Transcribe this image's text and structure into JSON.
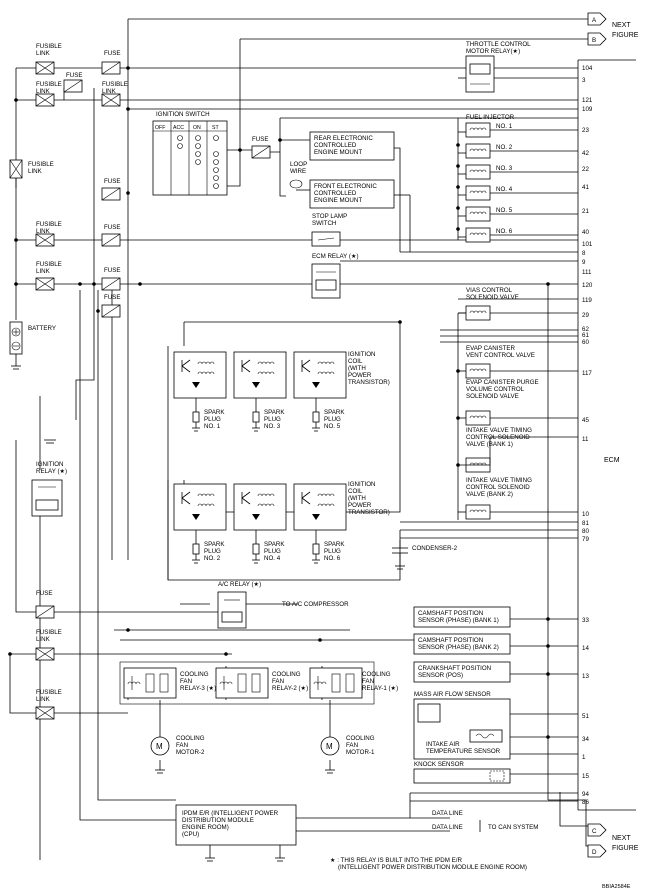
{
  "next_figure": {
    "label_line1": "NEXT",
    "label_line2": "FIGURE",
    "connectors_top": [
      "A",
      "B"
    ],
    "connectors_bottom": [
      "C",
      "D"
    ]
  },
  "left": {
    "fusible_link": "FUSIBLE\nLINK",
    "fuse": "FUSE",
    "battery": "BATTERY",
    "ignition_relay": "IGNITION\nRELAY (★)"
  },
  "ignition_switch": {
    "title": "IGNITION SWITCH",
    "headers": [
      "OFF",
      "ACC",
      "ON",
      "ST"
    ]
  },
  "components": {
    "throttle_relay": "THROTTLE CONTROL\nMOTOR RELAY(★)",
    "rear_mount": "REAR ELECTRONIC\nCONTROLLED\nENGINE MOUNT",
    "front_mount": "FRONT ELECTRONIC\nCONTROLLED\nENGINE MOUNT",
    "loop_wire": "LOOP\nWIRE",
    "stop_lamp": "STOP LAMP\nSWITCH",
    "ecm_relay": "ECM RELAY (★)",
    "fuel_injector": "FUEL INJECTOR",
    "injectors": [
      "NO. 1",
      "NO. 2",
      "NO. 3",
      "NO. 4",
      "NO. 5",
      "NO. 6"
    ],
    "vias": "VIAS CONTROL\nSOLENOID VALVE",
    "evap_vent": "EVAP CANISTER\nVENT CONTROL VALVE",
    "evap_purge": "EVAP CANISTER PURGE\nVOLUME CONTROL\nSOLENOID VALVE",
    "ivt_bank1": "INTAKE VALVE TIMING\nCONTROL SOLENOID\nVALVE (BANK 1)",
    "ivt_bank2": "INTAKE VALVE TIMING\nCONTROL SOLENOID\nVALVE (BANK 2)",
    "ignition_coil": "IGNITION\nCOIL\n(WITH\nPOWER\nTRANSISTOR)",
    "spark_plugs_top": [
      "SPARK\nPLUG\nNO. 1",
      "SPARK\nPLUG\nNO. 3",
      "SPARK\nPLUG\nNO. 5"
    ],
    "spark_plugs_bottom": [
      "SPARK\nPLUG\nNO. 2",
      "SPARK\nPLUG\nNO. 4",
      "SPARK\nPLUG\nNO. 6"
    ],
    "condenser": "CONDENSER-2",
    "ac_relay": "A/C RELAY (★)",
    "ac_compressor": "TO A/C COMPRESSOR",
    "cooling_fan_relays": [
      "COOLING\nFAN\nRELAY-3 (★)",
      "COOLING\nFAN\nRELAY-2 (★)",
      "COOLING\nFAN\nRELAY-1 (★)"
    ],
    "cooling_fan_motors": [
      "COOLING\nFAN\nMOTOR-2",
      "COOLING\nFAN\nMOTOR-1"
    ],
    "motor_symbol": "M",
    "cmp_bank1": "CAMSHAFT POSITION\nSENSOR (PHASE) (BANK 1)",
    "cmp_bank2": "CAMSHAFT POSITION\nSENSOR (PHASE) (BANK 2)",
    "ckp": "CRANKSHAFT POSITION\nSENSOR (POS)",
    "maf": "MASS AIR FLOW SENSOR",
    "iat": "INTAKE AIR\nTEMPERATURE SENSOR",
    "knock": "KNOCK SENSOR",
    "ipdm": "IPDM E/R (INTELLIGENT POWER\nDISTRIBUTION MODULE\nENGINE ROOM)\n(CPU)",
    "data_line": "DATA LINE",
    "can_system": "TO CAN SYSTEM",
    "ecm": "ECM"
  },
  "ecm_pins": [
    "104",
    "3",
    "121",
    "109",
    "23",
    "42",
    "22",
    "41",
    "21",
    "40",
    "101",
    "8",
    "9",
    "111",
    "120",
    "119",
    "29",
    "62",
    "61",
    "60",
    "117",
    "45",
    "11",
    "10",
    "81",
    "80",
    "79",
    "33",
    "14",
    "13",
    "51",
    "34",
    "1",
    "15",
    "94",
    "86"
  ],
  "footnote": "★ : THIS RELAY IS BUILT INTO THE IPDM E/R\n(INTELLIGENT POWER DISTRIBUTION MODULE ENGINE ROOM)",
  "figure_code": "BBIA2584E"
}
